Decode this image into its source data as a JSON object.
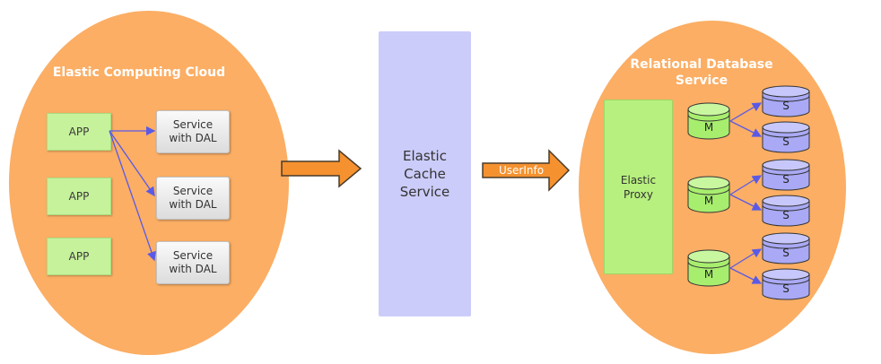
{
  "ecc": {
    "title": "Elastic Computing Cloud"
  },
  "apps": [
    "APP",
    "APP",
    "APP"
  ],
  "services": [
    "Service\nwith DAL",
    "Service\nwith DAL",
    "Service\nwith DAL"
  ],
  "cache": {
    "label": "Elastic\nCache\nService"
  },
  "arrow_label": "UserInfo",
  "rds": {
    "title": "Relational Database\nService",
    "proxy_label": "Elastic\nProxy",
    "master_label": "M",
    "slave_label": "S"
  },
  "colors": {
    "cloud": "#fbae64",
    "app": "#c6f29c",
    "cache": "#ccccfa",
    "proxy": "#b7f07e",
    "master_db": "#a8ee6e",
    "slave_db": "#a9a9f5",
    "arrow_fill": "#f5922f",
    "connector": "#5a5ae6"
  }
}
